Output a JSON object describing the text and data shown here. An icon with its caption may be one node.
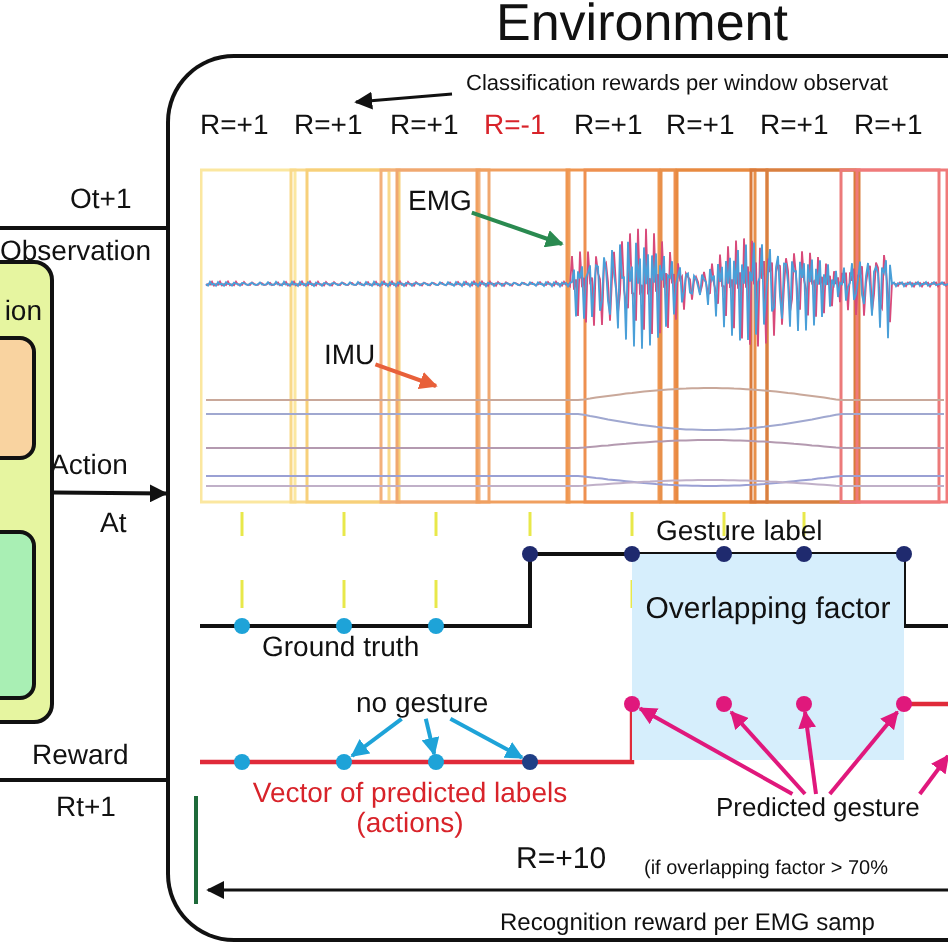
{
  "diagram": {
    "nodes": [
      {
        "text": [
          "Environment"
        ]
      },
      {
        "text": [
          "ion"
        ]
      },
      {
        "text": [],
        "shape": "box",
        "in": 1
      },
      {
        "text": [],
        "shape": "box",
        "in": 1
      },
      {
        "text": [
          "EMG"
        ],
        "in": 5
      },
      {
        "text": [],
        "shape": "picture",
        "in": 0
      },
      {
        "text": [
          "IMU"
        ],
        "in": 5
      },
      {
        "text": [
          "Overlapping factor"
        ],
        "in": 0
      },
      {
        "text": [
          "no gesture"
        ],
        "in": 0
      },
      {
        "text": [],
        "shape": "circle",
        "in": 0
      },
      {
        "text": [],
        "shape": "circle",
        "in": 0
      },
      {
        "text": [],
        "shape": "circle",
        "in": 0
      },
      {
        "text": [],
        "shape": "circle",
        "in": 0
      },
      {
        "text": [],
        "shape": "circle",
        "in": 7
      },
      {
        "text": [],
        "shape": "circle",
        "in": 7
      },
      {
        "text": [],
        "shape": "circle",
        "in": 0
      },
      {
        "text": [
          "Predicted gesture"
        ],
        "in": 0
      }
    ],
    "edges": [
      {
        "from": 0,
        "to": null,
        "arrow": "none",
        "label": "Observation",
        "color": "#111111"
      },
      {
        "from": 1,
        "to": 0,
        "arrow": "to",
        "label": "Action",
        "color": "#111111"
      },
      {
        "from": 0,
        "to": null,
        "arrow": "none",
        "label": "Reward",
        "color": "#111111"
      },
      {
        "from": 4,
        "to": 5,
        "arrow": "to",
        "color": "#2a8a50"
      },
      {
        "from": 6,
        "to": 5,
        "arrow": "to",
        "color": "#e8603a"
      },
      {
        "from": 8,
        "to": 9,
        "arrow": "to",
        "color": "#1ea3d8"
      },
      {
        "from": 8,
        "to": 10,
        "arrow": "to",
        "color": "#1ea3d8"
      },
      {
        "from": 8,
        "to": 11,
        "arrow": "to",
        "color": "#1ea3d8"
      },
      {
        "from": 16,
        "to": 12,
        "arrow": "to"
      },
      {
        "from": 16,
        "to": 13,
        "arrow": "to"
      },
      {
        "from": 16,
        "to": 14,
        "arrow": "to"
      },
      {
        "from": 16,
        "to": 15,
        "arrow": "to"
      },
      {
        "from": 16,
        "to": null,
        "arrow": "to"
      }
    ],
    "labels": [
      "Classification rewards per window observat",
      "R=+1",
      "R=+1",
      "R=+1",
      "R=-1",
      "R=+1",
      "R=+1",
      "R=+1",
      "R=+1",
      "Ot+1",
      "At",
      "Gesture label",
      "Ground truth",
      "Vector of predicted labels (actions)",
      "Rt+1",
      "R=+10",
      "(if overlapping factor > 70%",
      "Recognition reward per EMG samp"
    ]
  }
}
